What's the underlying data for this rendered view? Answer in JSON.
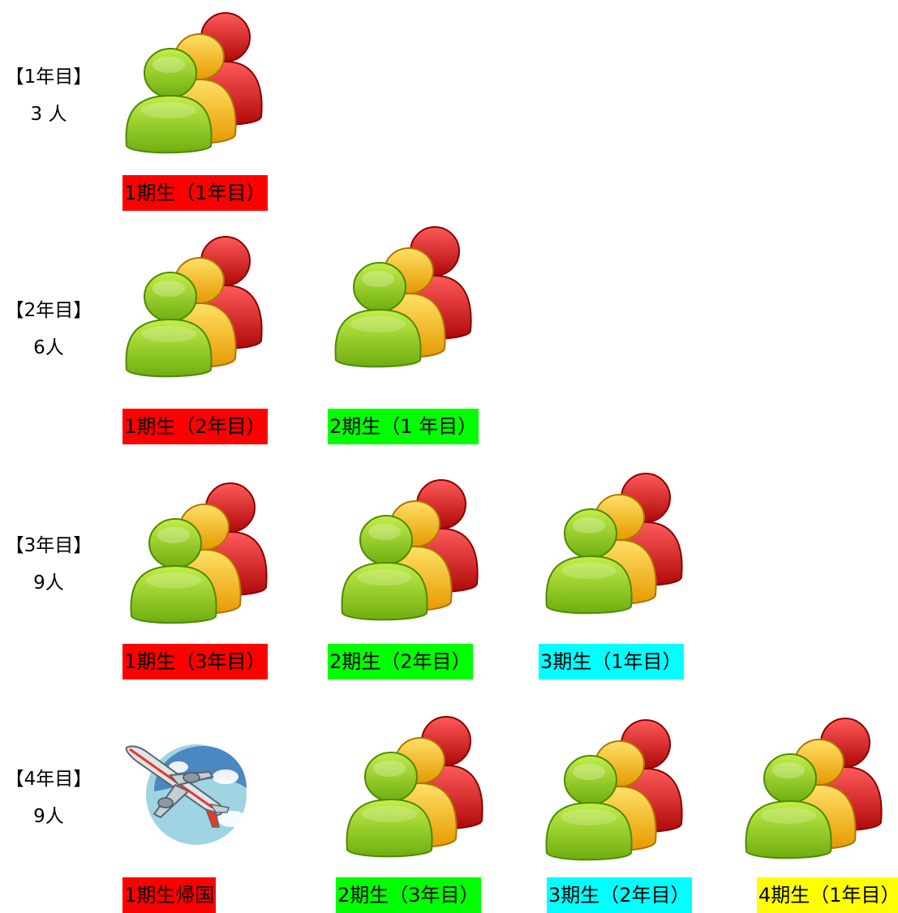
{
  "colors": {
    "cohort1": "#ff0000",
    "cohort2": "#00ff00",
    "cohort3": "#00ffff",
    "cohort4": "#ffff00",
    "person_green": "#8fcc1f",
    "person_yellow": "#f5c000",
    "person_red": "#cc1a1a"
  },
  "rows": [
    {
      "year": "【1年目】",
      "count": "3 人",
      "tags": [
        "1期生（1年目）"
      ]
    },
    {
      "year": "【2年目】",
      "count": "6人",
      "tags": [
        "1期生（2年目）",
        "2期生（1 年目）"
      ]
    },
    {
      "year": "【3年目】",
      "count": "9人",
      "tags": [
        "1期生（3年目）",
        "2期生（2年目）",
        "3期生（1年目）"
      ]
    },
    {
      "year": "【4年目】",
      "count": "9人",
      "tags": [
        "1期生帰国",
        "2期生（3年目）",
        "3期生（2年目）",
        "4期生（1年目）"
      ]
    }
  ],
  "icons": {
    "people_group": "people-group-icon",
    "airplane": "airplane-icon"
  }
}
